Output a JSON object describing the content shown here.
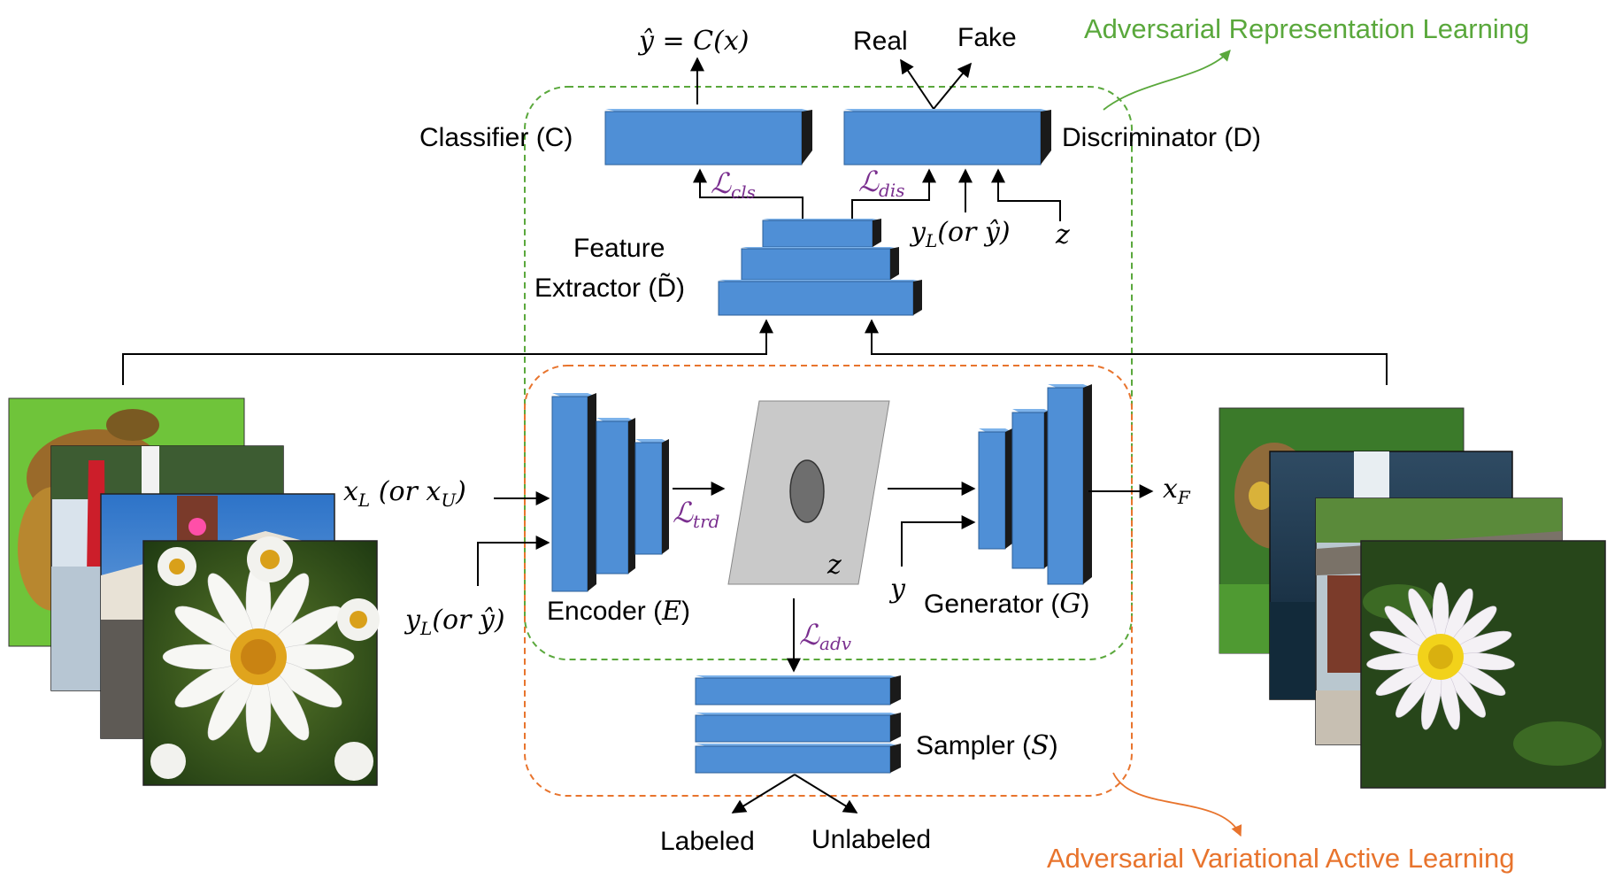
{
  "regions": {
    "arl_title": "Adversarial Representation Learning",
    "avl_title": "Adversarial Variational Active Learning"
  },
  "labels": {
    "y_hat_eq": "ŷ = C(x)",
    "real": "Real",
    "fake": "Fake",
    "classifier": "Classifier (C)",
    "discriminator": "Discriminator (D)",
    "feature_extractor_1": "Feature",
    "feature_extractor_2": "Extractor (D̃)",
    "yl_or_yhat_top": "yL(or ŷ)",
    "z_top": "z",
    "xl_or_xu": "xL (or xU)",
    "yl_or_yhat_bottom": "yL(or ŷ)",
    "encoder": "Encoder (E)",
    "z_latent": "z",
    "y_input": "y",
    "generator": "Generator (G)",
    "xf": "xF",
    "sampler": "Sampler (S)",
    "labeled": "Labeled",
    "unlabeled": "Unlabeled"
  },
  "losses": {
    "cls": "ℒcls",
    "dis": "ℒdis",
    "trd": "ℒtrd",
    "adv": "ℒadv"
  },
  "colors": {
    "block_front": "#4f8fd6",
    "block_top": "#7cb2ea",
    "block_side": "#1a1a1a",
    "green_region": "#5aa83c",
    "orange_region": "#e8742d",
    "loss_text": "#7a2f8f"
  },
  "images": {
    "left_stack": [
      "frog-photo",
      "coast-photo",
      "house-photo",
      "daisy-photo"
    ],
    "right_stack": [
      "frog-photo-generated",
      "coast-photo-generated",
      "house-photo-generated",
      "daisy-photo-generated"
    ]
  }
}
